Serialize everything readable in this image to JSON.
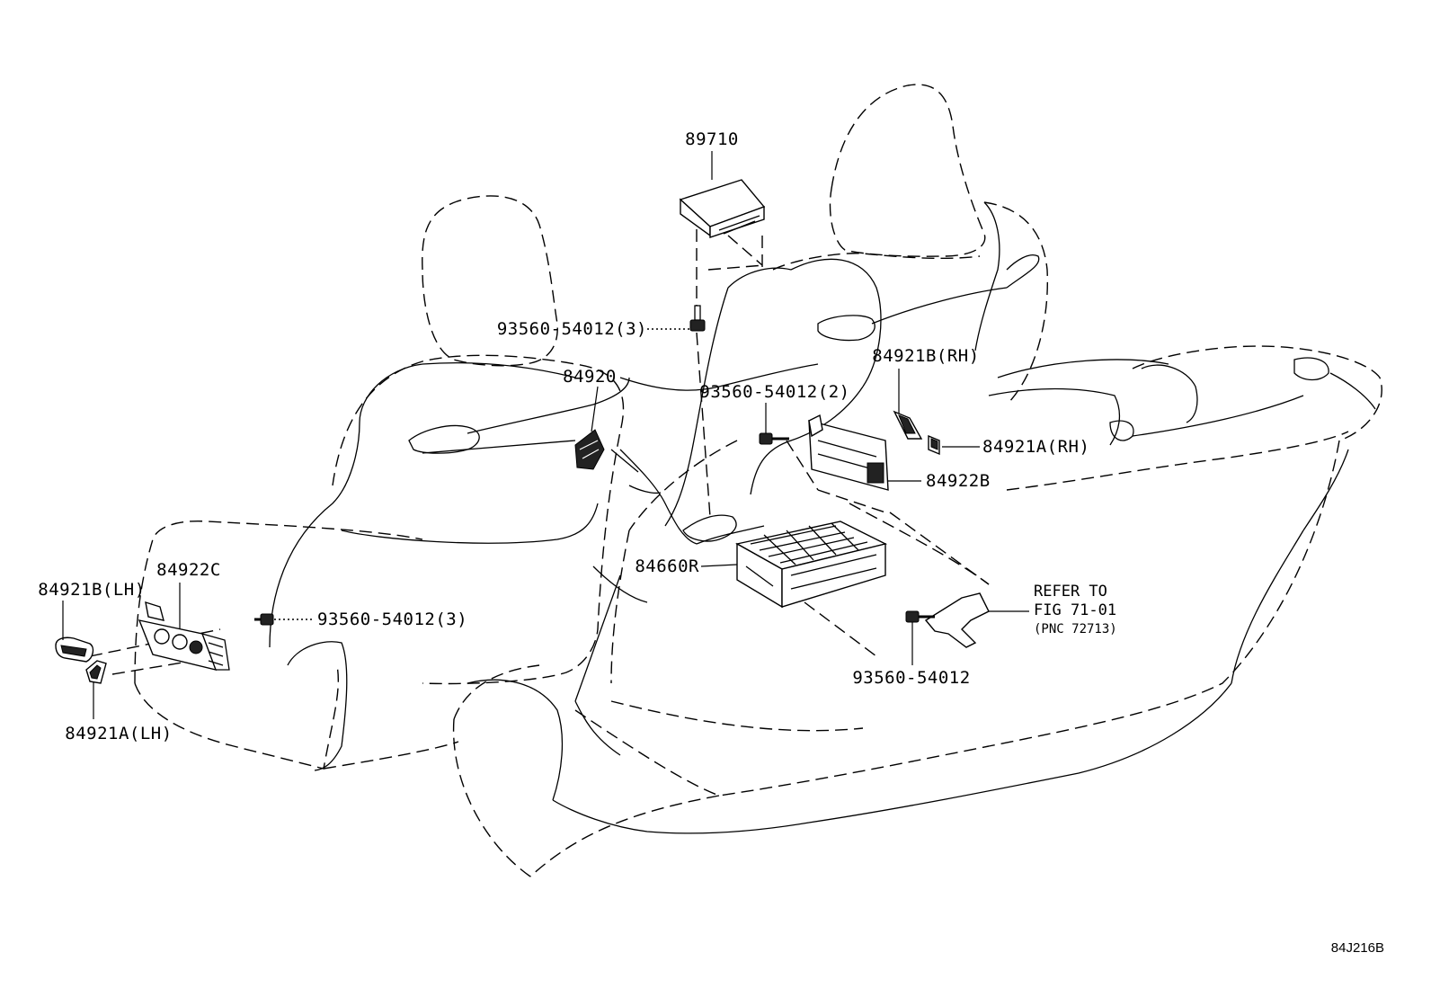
{
  "diagram_code": "84J216B",
  "labels": {
    "p89710": "89710",
    "p93560_3_top": "93560-54012(3)",
    "p84920": "84920",
    "p93560_2": "93560-54012(2)",
    "p84921B_RH": "84921B(RH)",
    "p84921A_RH": "84921A(RH)",
    "p84922B": "84922B",
    "p84660R": "84660R",
    "p84922C": "84922C",
    "p84921B_LH": "84921B(LH)",
    "p93560_3_left": "93560-54012(3)",
    "p84921A_LH": "84921A(LH)",
    "p93560": "93560-54012"
  },
  "reference": {
    "line1": "REFER TO",
    "line2": "FIG 71-01",
    "line3": "(PNC 72713)"
  }
}
